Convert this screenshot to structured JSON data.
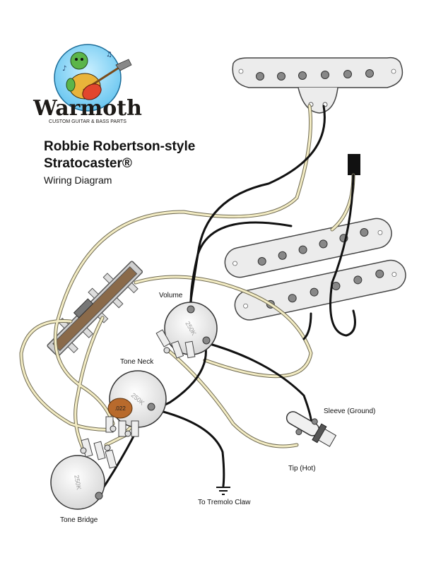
{
  "logo": {
    "brand": "Warmoth",
    "tagline": "CUSTOM GUITAR & BASS PARTS"
  },
  "title": {
    "line1": "Robbie Robertson-style",
    "line2": "Stratocaster®",
    "subtitle": "Wiring Diagram"
  },
  "labels": {
    "volume": "Volume",
    "tone_neck": "Tone Neck",
    "tone_bridge": "Tone Bridge",
    "sleeve": "Sleeve (Ground)",
    "tip": "Tip (Hot)",
    "tremolo": "To Tremolo Claw"
  },
  "components": {
    "volume_pot_value": "250K",
    "tone_neck_pot_value": "250K",
    "tone_bridge_pot_value": "250K",
    "capacitor_value": ".022"
  },
  "colors": {
    "hot_wire": "#f3ecc4",
    "ground_wire": "#111111",
    "pickup_cover": "#ececec",
    "capacitor": "#b86a2c"
  }
}
